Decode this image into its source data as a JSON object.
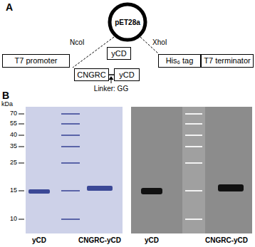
{
  "diagram": {
    "nodes": [
      {
        "text": [
          "pET28a"
        ]
      },
      {
        "text": [
          "T7 promoter"
        ]
      },
      {
        "text": [
          "yCD"
        ]
      },
      {
        "text": [
          "CNGRC"
        ]
      },
      {
        "text": [
          "yCD"
        ]
      },
      {
        "text": [
          "His₆ tag"
        ]
      },
      {
        "text": [
          "T7 terminator"
        ]
      }
    ],
    "labels": [
      "A",
      "NcoI",
      "XhoI",
      "Linker: GG",
      "B",
      "kDa",
      "70",
      "55",
      "40",
      "35",
      "25",
      "15",
      "10",
      "yCD",
      "CNGRC-yCD",
      "yCD",
      "CNGRC-yCD"
    ]
  }
}
